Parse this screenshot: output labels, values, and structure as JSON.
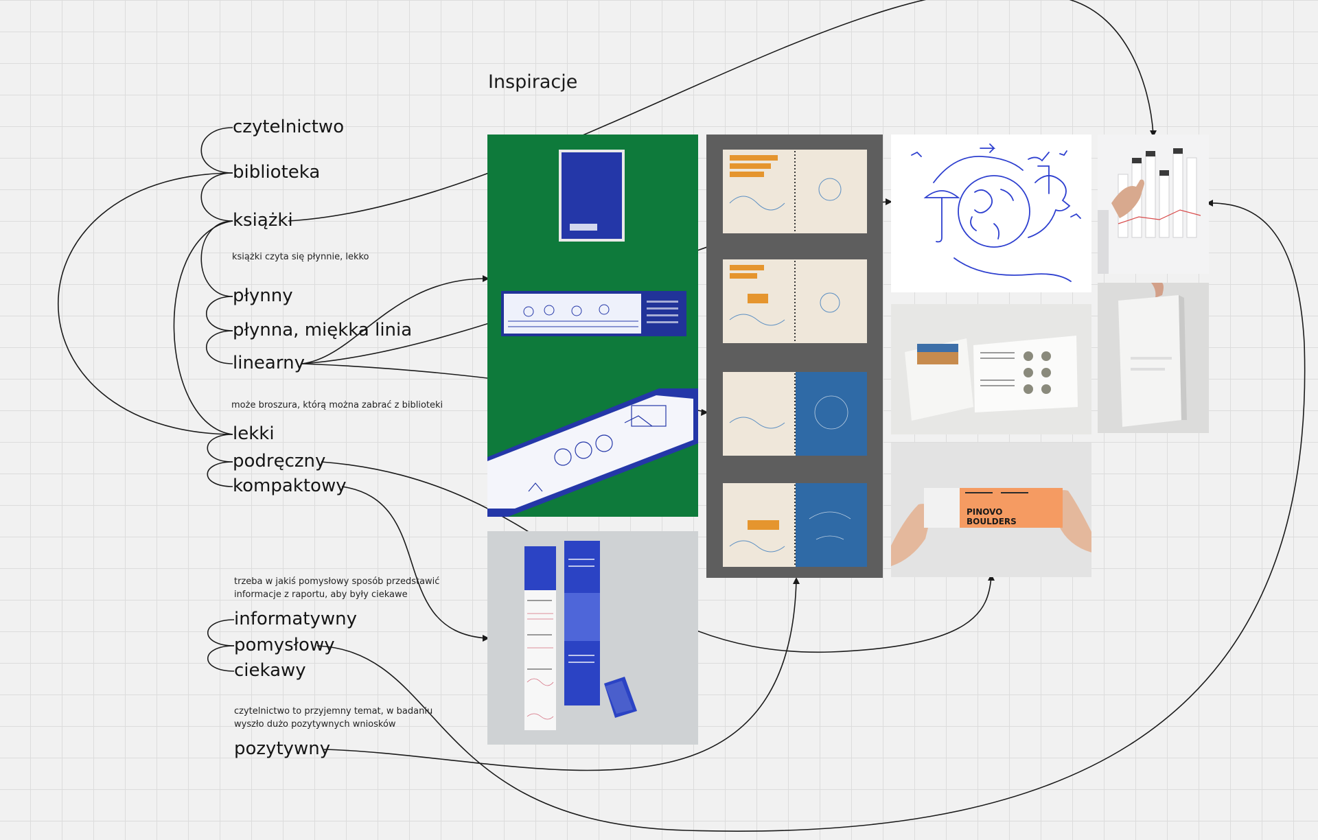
{
  "board": {
    "heading": "Inspiracje",
    "words": {
      "czytelnictwo": "czytelnictwo",
      "biblioteka": "biblioteka",
      "ksiazki": "książki",
      "plynny": "płynny",
      "plynna_linia": "płynna, miękka linia",
      "linearny": "linearny",
      "lekki": "lekki",
      "podreczny": "podręczny",
      "kompaktowy": "kompaktowy",
      "informatywny": "informatywny",
      "pomyslowy": "pomysłowy",
      "ciekawy": "ciekawy",
      "pozytywny": "pozytywny"
    },
    "notes": {
      "ksiazki_note": "książki czyta się płynnie, lekko",
      "broszura_note": "może broszura, którą można zabrać z biblioteki",
      "raport_line1": "trzeba w jakiś pomysłowy sposób przedstawić",
      "raport_line2": "informacje z raportu, aby były ciekawe",
      "pozytywny_line1": "czytelnictwo to przyjemny temat, w badaniu",
      "pozytywny_line2": "wyszło dużo pozytywnych wniosków"
    }
  },
  "images": {
    "pinovo_line1": "PINOVO",
    "pinovo_line2": "BOULDERS"
  },
  "colors": {
    "line": "#1a1a1a",
    "green": "#0e7a3b",
    "blue": "#2236a8",
    "gray_panel": "#5e5e5e",
    "orange": "#f59b62",
    "grid": "#dcdcdc"
  }
}
